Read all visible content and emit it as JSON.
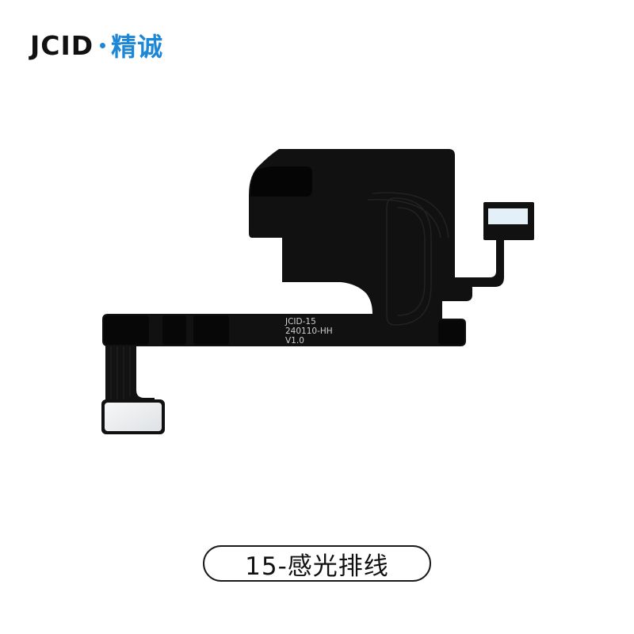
{
  "brand": {
    "name": "JCID",
    "chinese_name": "精诚",
    "text_color": "#111111",
    "accent_color": "#1b87d6"
  },
  "flex_cable": {
    "marking_lines": [
      "JCID-15",
      "240110-HH",
      "V1.0"
    ],
    "cable_color": "#111111",
    "pad_color": "#eef0f2"
  },
  "caption": {
    "label": "15-感光排线"
  }
}
